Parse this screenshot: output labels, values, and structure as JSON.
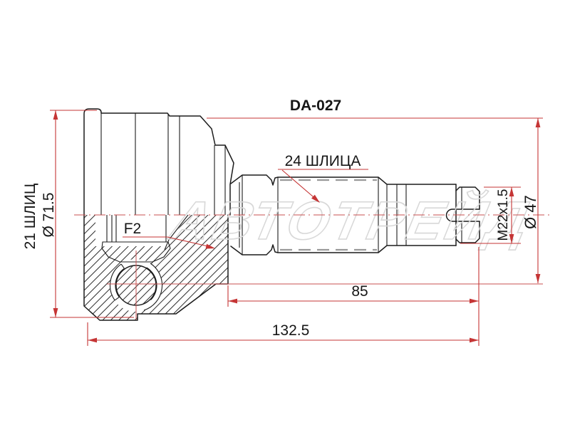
{
  "drawing": {
    "title": "DA-027",
    "watermark": "АВТОТРЕЙД",
    "annotations": {
      "outer_splines": "21 ШЛИЦ",
      "outer_diameter": "Ø 71.5",
      "shaft_splines": "24 ШЛИЦА",
      "inner_code": "F2",
      "thread_spec": "M22x1.5",
      "end_diameter": "Ø 47",
      "spline_length": "85",
      "total_length": "132.5"
    },
    "part_type": "CV joint outer, half-section technical drawing",
    "colors": {
      "dimension_red": "#c53535",
      "outline_black": "#1c1c1c",
      "spline_dash_gray": "#9a9a9a",
      "watermark_gray": "#d8d8d8",
      "background": "#ffffff"
    }
  }
}
